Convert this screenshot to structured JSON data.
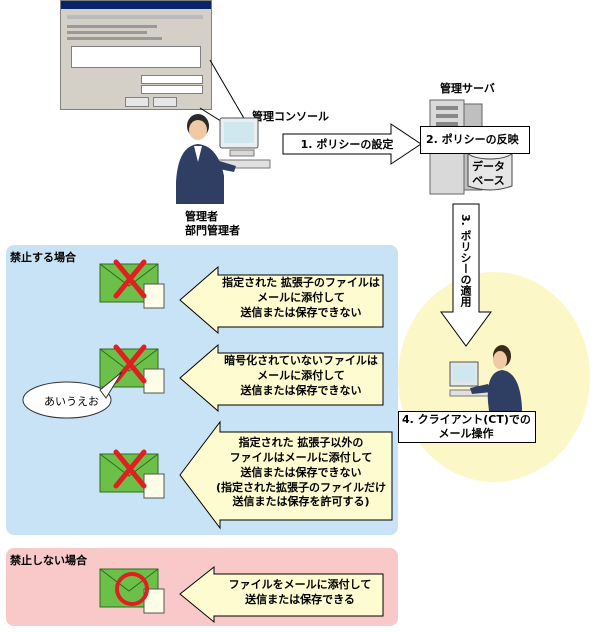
{
  "admin_console": {
    "label": "管理コンソール"
  },
  "admin": {
    "label_line1": "管理者",
    "label_line2": "部門管理者"
  },
  "server": {
    "label": "管理サーバ",
    "db_label_1": "データ",
    "db_label_2": "ベース"
  },
  "steps": {
    "step1": "1. ポリシーの設定",
    "step2": "2. ポリシーの反映",
    "step3": "3. ポリシーの適用",
    "step4_line1": "4. クライアント(CT)での",
    "step4_line2": "メール操作"
  },
  "prohibit_section": {
    "title": "禁止する場合",
    "case1": [
      "指定された 拡張子のファイルは",
      "メールに添付して",
      "送信または保存できない"
    ],
    "case2": [
      "暗号化されていないファイルは",
      "メールに添付して",
      "送信または保存できない"
    ],
    "case3": [
      "指定された 拡張子以外の",
      "ファイルはメールに添付して",
      "送信または保存できない",
      "(指定された拡張子のファイルだけ",
      "送信または保存を許可する)"
    ],
    "bubble": "あいうえお"
  },
  "allow_section": {
    "title": "禁止しない場合",
    "case1": [
      "ファイルをメールに添付して",
      "送信または保存できる"
    ]
  },
  "colors": {
    "prohibit_bg": "#c9e3f6",
    "allow_bg": "#f9c8c8",
    "client_circle": "#fbf7c6",
    "arrow_yellow": "#fffbd0",
    "envelope_green": "#6cc04a",
    "cross_red": "#e02020"
  }
}
